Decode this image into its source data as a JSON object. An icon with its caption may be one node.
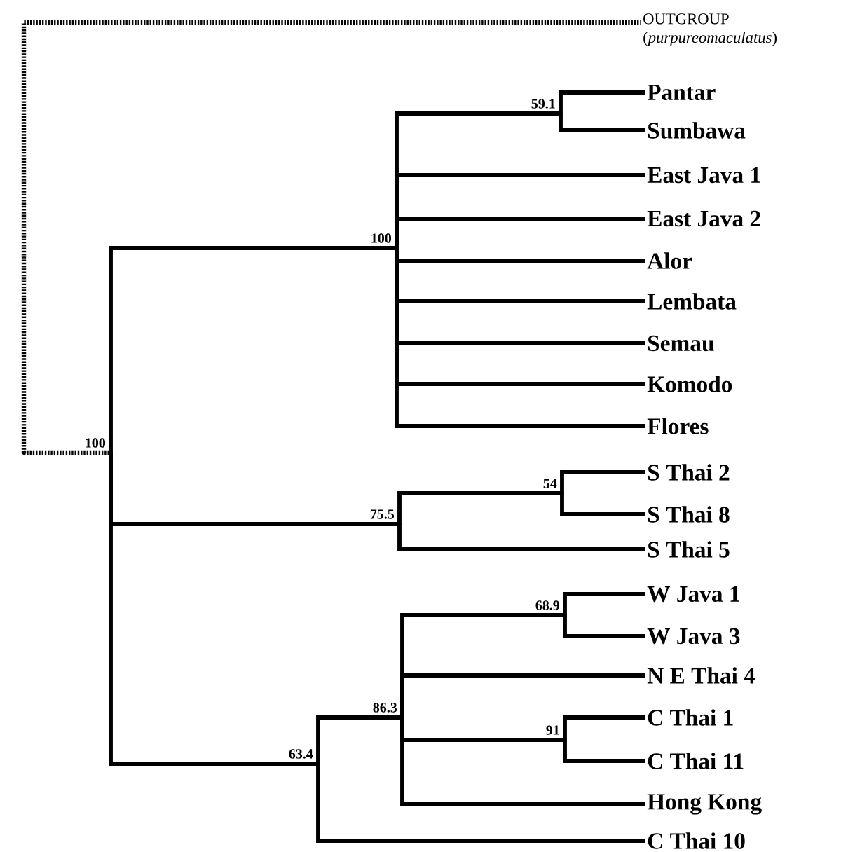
{
  "diagram": {
    "nodes": [
      {
        "text": [],
        "shape": "point"
      },
      {
        "text": [
          "OUTGROUP",
          "(*purpureomaculatus*)"
        ]
      },
      {
        "text": [],
        "shape": "point",
        "beside": [
          "100"
        ]
      },
      {
        "text": [],
        "shape": "point",
        "beside": [
          "100"
        ]
      },
      {
        "text": [],
        "shape": "point",
        "beside": [
          "59.1"
        ]
      },
      {
        "text": [
          "Pantar"
        ]
      },
      {
        "text": [
          "Sumbawa"
        ]
      },
      {
        "text": [
          "East Java 1"
        ]
      },
      {
        "text": [
          "East Java 2"
        ]
      },
      {
        "text": [
          "Alor"
        ]
      },
      {
        "text": [
          "Lembata"
        ]
      },
      {
        "text": [
          "Semau"
        ]
      },
      {
        "text": [
          "Komodo"
        ]
      },
      {
        "text": [
          "Flores"
        ]
      },
      {
        "text": [],
        "shape": "point",
        "beside": [
          "75.5"
        ]
      },
      {
        "text": [],
        "shape": "point",
        "beside": [
          "54"
        ]
      },
      {
        "text": [
          "S Thai 2"
        ]
      },
      {
        "text": [
          "S Thai 8"
        ]
      },
      {
        "text": [
          "S Thai 5"
        ]
      },
      {
        "text": [],
        "shape": "point",
        "beside": [
          "63.4"
        ]
      },
      {
        "text": [],
        "shape": "point",
        "beside": [
          "86.3"
        ]
      },
      {
        "text": [],
        "shape": "point",
        "beside": [
          "68.9"
        ]
      },
      {
        "text": [
          "W Java 1"
        ]
      },
      {
        "text": [
          "W Java 3"
        ]
      },
      {
        "text": [
          "N E Thai 4"
        ]
      },
      {
        "text": [],
        "shape": "point",
        "beside": [
          "91"
        ]
      },
      {
        "text": [
          "C Thai 1"
        ]
      },
      {
        "text": [
          "C Thai 11"
        ]
      },
      {
        "text": [
          "Hong Kong"
        ]
      },
      {
        "text": [
          "C Thai 10"
        ]
      }
    ],
    "edges": [
      {
        "from": 0,
        "to": 1,
        "arrow": "none",
        "style": "dashed"
      },
      {
        "from": 0,
        "to": 2,
        "arrow": "none",
        "style": "dashed"
      },
      {
        "from": 2,
        "to": 3,
        "arrow": "none"
      },
      {
        "from": 3,
        "to": 4,
        "arrow": "none"
      },
      {
        "from": 4,
        "to": 5,
        "arrow": "none"
      },
      {
        "from": 4,
        "to": 6,
        "arrow": "none"
      },
      {
        "from": 3,
        "to": 7,
        "arrow": "none"
      },
      {
        "from": 3,
        "to": 8,
        "arrow": "none"
      },
      {
        "from": 3,
        "to": 9,
        "arrow": "none"
      },
      {
        "from": 3,
        "to": 10,
        "arrow": "none"
      },
      {
        "from": 3,
        "to": 11,
        "arrow": "none"
      },
      {
        "from": 3,
        "to": 12,
        "arrow": "none"
      },
      {
        "from": 3,
        "to": 13,
        "arrow": "none"
      },
      {
        "from": 2,
        "to": 14,
        "arrow": "none"
      },
      {
        "from": 14,
        "to": 15,
        "arrow": "none"
      },
      {
        "from": 15,
        "to": 16,
        "arrow": "none"
      },
      {
        "from": 15,
        "to": 17,
        "arrow": "none"
      },
      {
        "from": 14,
        "to": 18,
        "arrow": "none"
      },
      {
        "from": 2,
        "to": 19,
        "arrow": "none"
      },
      {
        "from": 19,
        "to": 20,
        "arrow": "none"
      },
      {
        "from": 20,
        "to": 21,
        "arrow": "none"
      },
      {
        "from": 21,
        "to": 22,
        "arrow": "none"
      },
      {
        "from": 21,
        "to": 23,
        "arrow": "none"
      },
      {
        "from": 20,
        "to": 24,
        "arrow": "none"
      },
      {
        "from": 20,
        "to": 25,
        "arrow": "none"
      },
      {
        "from": 25,
        "to": 26,
        "arrow": "none"
      },
      {
        "from": 25,
        "to": 27,
        "arrow": "none"
      },
      {
        "from": 20,
        "to": 28,
        "arrow": "none"
      },
      {
        "from": 19,
        "to": 29,
        "arrow": "none"
      }
    ]
  }
}
